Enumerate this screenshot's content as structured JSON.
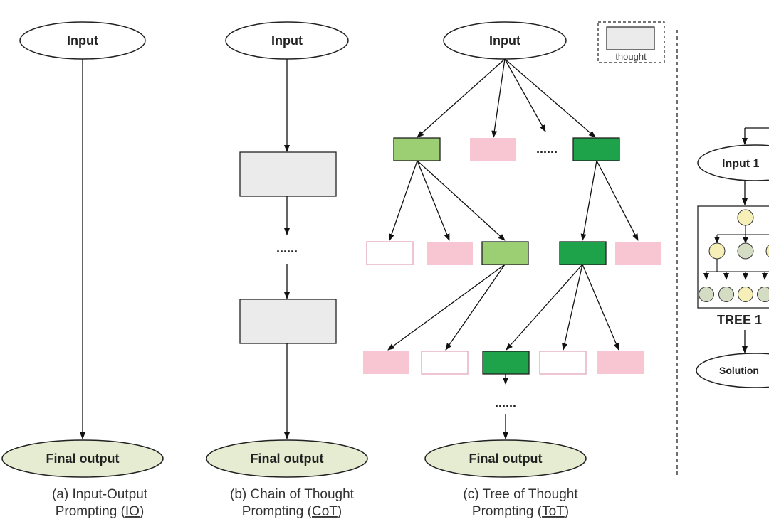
{
  "io": {
    "input_label": "Input",
    "output_label": "Final output",
    "caption_line1": "(a) Input-Output",
    "caption_prefix": "Prompting (",
    "caption_abbr": "IO",
    "caption_suffix": ")"
  },
  "cot": {
    "input_label": "Input",
    "ellipsis": "......",
    "output_label": "Final output",
    "caption_line1": "(b) Chain of Thought",
    "caption_prefix": "Prompting (",
    "caption_abbr": "CoT",
    "caption_suffix": ")"
  },
  "tot": {
    "input_label": "Input",
    "ellipsis_top": "......",
    "ellipsis_bottom": "......",
    "output_label": "Final output",
    "caption_line1": "(c) Tree of Thought",
    "caption_prefix": "Prompting (",
    "caption_abbr": "ToT",
    "caption_suffix": ")"
  },
  "legend": {
    "thought_label": "thought"
  },
  "multi_tree": {
    "input_label": "Input 1",
    "tree_label": "TREE 1",
    "solution_label": "Solution"
  },
  "colors": {
    "thought_gray": "#ebebeb",
    "light_green": "#9ccf73",
    "dark_green": "#1ea34a",
    "pink": "#f7c6d2",
    "output_fill": "#e6ecd2",
    "node_yellow": "#f7efb8",
    "node_gray": "#d4dcc4"
  }
}
